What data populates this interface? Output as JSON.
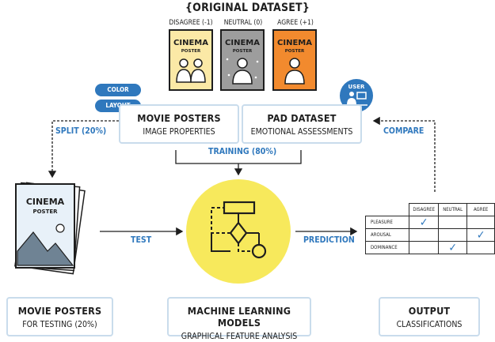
{
  "title": "{ORIGINAL DATASET}",
  "posters": [
    {
      "label": "DISAGREE (-1)",
      "line1": "CINEMA",
      "line2": "POSTER",
      "color": "#fbe9a6"
    },
    {
      "label": "NEUTRAL (0)",
      "line1": "CINEMA",
      "line2": "POSTER",
      "color": "#9d9d9d"
    },
    {
      "label": "AGREE (+1)",
      "line1": "CINEMA",
      "line2": "POSTER",
      "color": "#f28a2e"
    }
  ],
  "pills": {
    "color": "COLOR",
    "layout": "LAYOUT"
  },
  "user_label": "USER",
  "movie_posters_box": {
    "title": "MOVIE POSTERS",
    "subtitle": "IMAGE PROPERTIES"
  },
  "pad_box": {
    "title": "PAD DATASET",
    "subtitle": "EMOTIONAL ASSESSMENTS"
  },
  "flow_labels": {
    "split": "SPLIT (20%)",
    "training": "TRAINING (80%)",
    "compare": "COMPARE",
    "test": "TEST",
    "prediction": "PREDICTION"
  },
  "test_poster": {
    "line1": "CINEMA",
    "line2": "POSTER"
  },
  "results_table": {
    "columns": [
      "DISAGREE",
      "NEUTRAL",
      "AGREE"
    ],
    "rows": [
      {
        "label": "PLEASURE",
        "check": "✓",
        "col": 0
      },
      {
        "label": "AROUSAL",
        "check": "✓",
        "col": 2
      },
      {
        "label": "DOMINANCE",
        "check": "✓",
        "col": 1
      }
    ]
  },
  "bottom_boxes": [
    {
      "title": "MOVIE POSTERS",
      "subtitle": "FOR TESTING (20%)"
    },
    {
      "title": "MACHINE LEARNING MODELS",
      "subtitle": "GRAPHICAL FEATURE ANALYSIS"
    },
    {
      "title": "OUTPUT",
      "subtitle": "CLASSIFICATIONS"
    }
  ],
  "colors": {
    "accent": "#2f78bd",
    "circle": "#f7e95c",
    "box_border": "#c9dcec"
  }
}
